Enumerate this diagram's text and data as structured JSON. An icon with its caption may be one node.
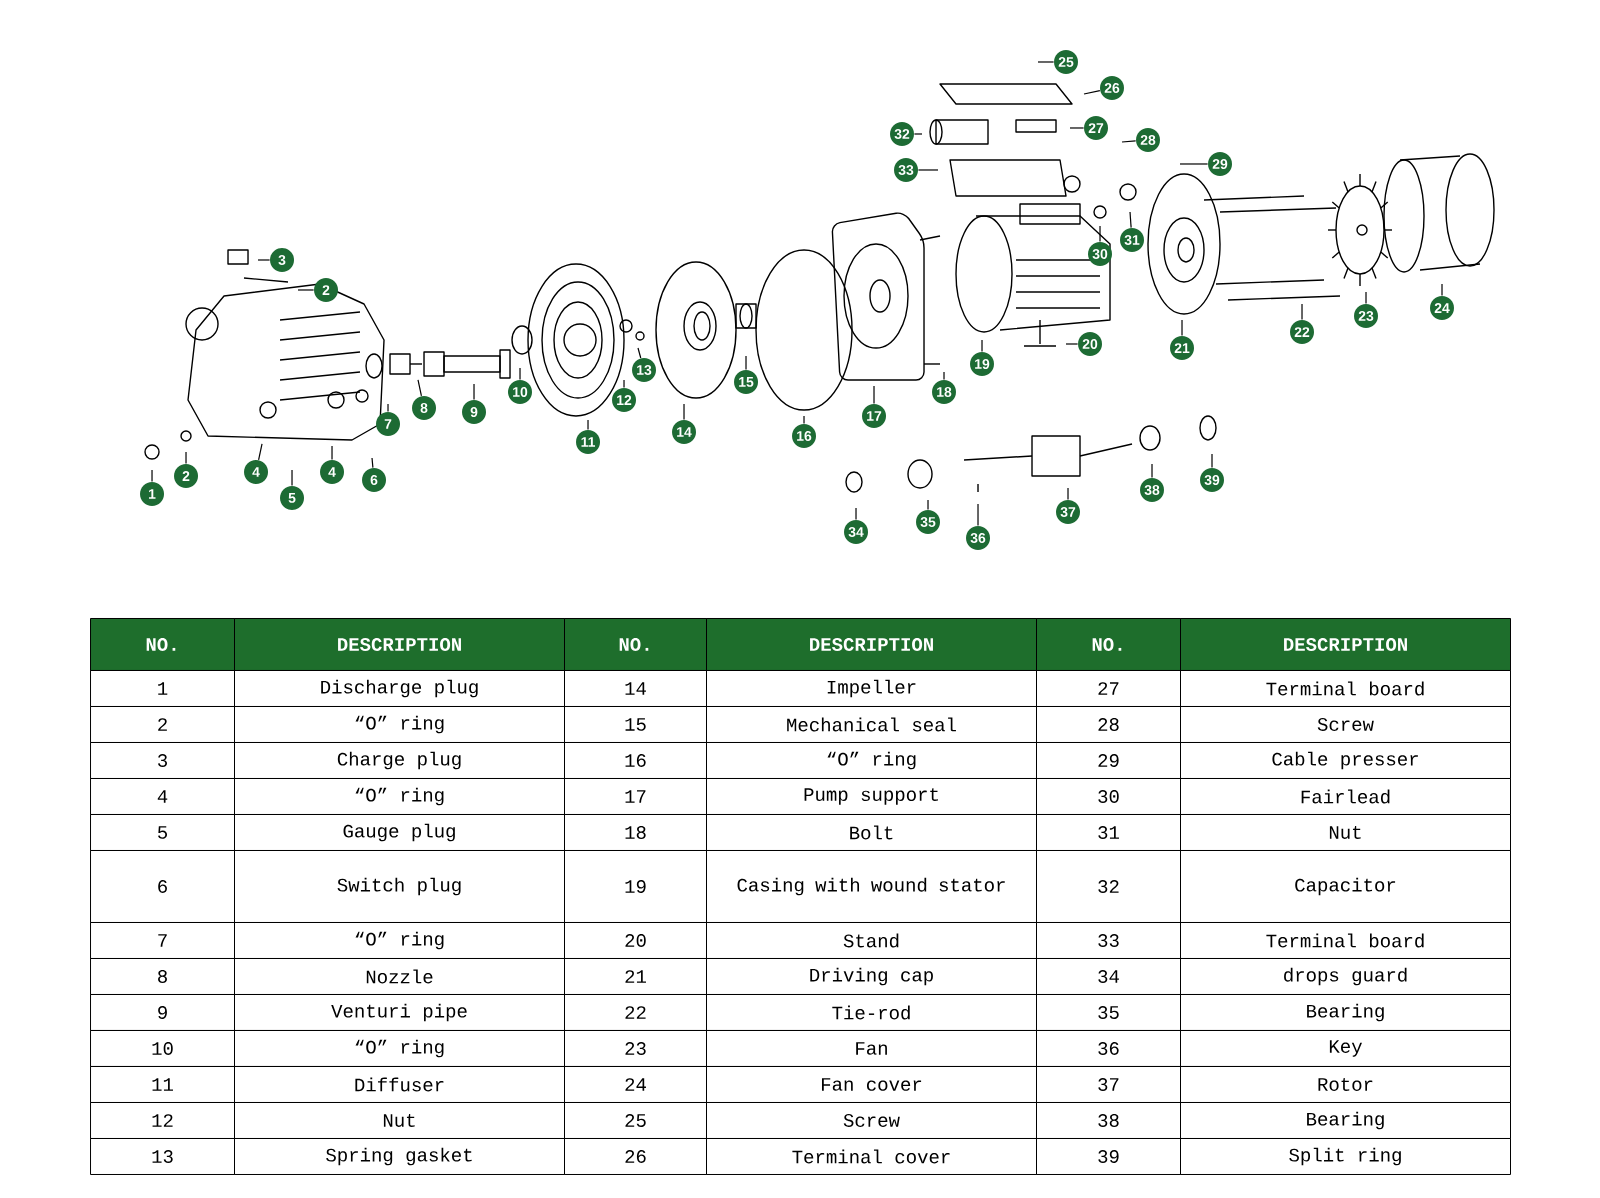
{
  "diagram": {
    "nodes": [
      {
        "text": [
          "1"
        ]
      },
      {
        "text": [
          "2"
        ]
      },
      {
        "text": [
          "3"
        ]
      },
      {
        "text": [
          "2"
        ]
      },
      {
        "text": [
          "4"
        ]
      },
      {
        "text": [
          "5"
        ]
      },
      {
        "text": [
          "4"
        ]
      },
      {
        "text": [
          "6"
        ]
      },
      {
        "text": [
          "7"
        ]
      },
      {
        "text": [
          "8"
        ]
      },
      {
        "text": [
          "9"
        ]
      },
      {
        "text": [
          "10"
        ]
      },
      {
        "text": [
          "11"
        ]
      },
      {
        "text": [
          "12"
        ]
      },
      {
        "text": [
          "13"
        ]
      },
      {
        "text": [
          "14"
        ]
      },
      {
        "text": [
          "15"
        ]
      },
      {
        "text": [
          "16"
        ]
      },
      {
        "text": [
          "17"
        ]
      },
      {
        "text": [
          "18"
        ]
      },
      {
        "text": [
          "19"
        ]
      },
      {
        "text": [
          "20"
        ]
      },
      {
        "text": [
          "21"
        ]
      },
      {
        "text": [
          "22"
        ]
      },
      {
        "text": [
          "23"
        ]
      },
      {
        "text": [
          "24"
        ]
      },
      {
        "text": [
          "25"
        ]
      },
      {
        "text": [
          "26"
        ]
      },
      {
        "text": [
          "27"
        ]
      },
      {
        "text": [
          "28"
        ]
      },
      {
        "text": [
          "29"
        ]
      },
      {
        "text": [
          "30"
        ]
      },
      {
        "text": [
          "31"
        ]
      },
      {
        "text": [
          "32"
        ]
      },
      {
        "text": [
          "33"
        ]
      },
      {
        "text": [
          "34"
        ]
      },
      {
        "text": [
          "35"
        ]
      },
      {
        "text": [
          "36"
        ]
      },
      {
        "text": [
          "37"
        ]
      },
      {
        "text": [
          "38"
        ]
      },
      {
        "text": [
          "39"
        ]
      }
    ],
    "edges": [
      {
        "from": 0,
        "to": null,
        "arrow": "none"
      },
      {
        "from": 1,
        "to": null,
        "arrow": "none"
      },
      {
        "from": 2,
        "to": null,
        "arrow": "none"
      },
      {
        "from": 3,
        "to": null,
        "arrow": "none"
      },
      {
        "from": 4,
        "to": null,
        "arrow": "none"
      },
      {
        "from": 5,
        "to": null,
        "arrow": "none"
      },
      {
        "from": 6,
        "to": null,
        "arrow": "none"
      },
      {
        "from": 7,
        "to": null,
        "arrow": "none"
      },
      {
        "from": 8,
        "to": null,
        "arrow": "none"
      },
      {
        "from": 9,
        "to": null,
        "arrow": "none"
      },
      {
        "from": 10,
        "to": null,
        "arrow": "none"
      },
      {
        "from": 11,
        "to": null,
        "arrow": "none"
      },
      {
        "from": 12,
        "to": null,
        "arrow": "none"
      },
      {
        "from": 13,
        "to": null,
        "arrow": "none"
      },
      {
        "from": 14,
        "to": null,
        "arrow": "none"
      },
      {
        "from": 15,
        "to": null,
        "arrow": "none"
      },
      {
        "from": 16,
        "to": null,
        "arrow": "none"
      },
      {
        "from": 17,
        "to": null,
        "arrow": "none"
      },
      {
        "from": 18,
        "to": null,
        "arrow": "none"
      },
      {
        "from": 19,
        "to": null,
        "arrow": "none"
      },
      {
        "from": 20,
        "to": null,
        "arrow": "none"
      },
      {
        "from": 21,
        "to": null,
        "arrow": "none"
      },
      {
        "from": 22,
        "to": null,
        "arrow": "none"
      },
      {
        "from": 23,
        "to": null,
        "arrow": "none"
      },
      {
        "from": 24,
        "to": null,
        "arrow": "none"
      },
      {
        "from": 25,
        "to": null,
        "arrow": "none"
      },
      {
        "from": 26,
        "to": null,
        "arrow": "none"
      },
      {
        "from": 27,
        "to": null,
        "arrow": "none"
      },
      {
        "from": 28,
        "to": null,
        "arrow": "none"
      },
      {
        "from": 29,
        "to": null,
        "arrow": "none"
      },
      {
        "from": 30,
        "to": null,
        "arrow": "none"
      },
      {
        "from": 31,
        "to": null,
        "arrow": "none"
      },
      {
        "from": 32,
        "to": null,
        "arrow": "none"
      },
      {
        "from": 33,
        "to": null,
        "arrow": "none"
      },
      {
        "from": 34,
        "to": null,
        "arrow": "none"
      },
      {
        "from": 35,
        "to": null,
        "arrow": "none"
      },
      {
        "from": 36,
        "to": null,
        "arrow": "none"
      },
      {
        "from": 37,
        "to": null,
        "arrow": "none"
      },
      {
        "from": 38,
        "to": null,
        "arrow": "none"
      },
      {
        "from": 39,
        "to": null,
        "arrow": "none"
      },
      {
        "from": 40,
        "to": null,
        "arrow": "none"
      }
    ],
    "labels": [
      "NO.",
      "DESCRIPTION",
      "NO.",
      "DESCRIPTION",
      "NO.",
      "DESCRIPTION",
      "1",
      "Discharge plug",
      "14",
      "Impeller",
      "27",
      "Terminal board",
      "2",
      "“O” ring",
      "15",
      "Mechanical seal",
      "28",
      "Screw",
      "3",
      "Charge plug",
      "16",
      "“O” ring",
      "29",
      "Cable presser",
      "4",
      "“O” ring",
      "17",
      "Pump support",
      "30",
      "Fairlead",
      "5",
      "Gauge plug",
      "18",
      "Bolt",
      "31",
      "Nut",
      "6",
      "Switch plug",
      "19",
      "Casing with wound stator",
      "32",
      "Capacitor",
      "7",
      "“O” ring",
      "20",
      "Stand",
      "33",
      "Terminal board",
      "8",
      "Nozzle",
      "21",
      "Driving cap",
      "34",
      "drops guard",
      "9",
      "Venturi pipe",
      "22",
      "Tie-rod",
      "35",
      "Bearing",
      "10",
      "“O” ring",
      "23",
      "Fan",
      "36",
      "Key",
      "11",
      "Diffuser",
      "24",
      "Fan cover",
      "37",
      "Rotor",
      "12",
      "Nut",
      "25",
      "Screw",
      "38",
      "Bearing",
      "13",
      "Spring gasket",
      "26",
      "Terminal cover",
      "39",
      "Split ring"
    ]
  }
}
